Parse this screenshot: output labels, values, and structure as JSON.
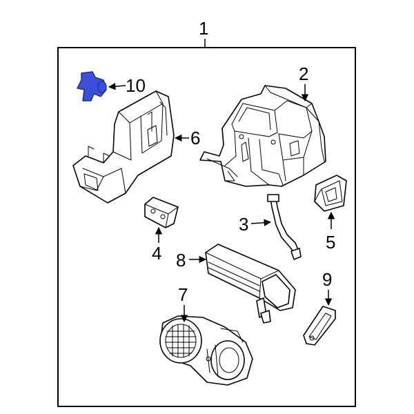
{
  "callouts": {
    "c1": "1",
    "c2": "2",
    "c3": "3",
    "c4": "4",
    "c5": "5",
    "c6": "6",
    "c7": "7",
    "c8": "8",
    "c9": "9",
    "c10": "10"
  },
  "colors": {
    "highlight": "#3b4fd8",
    "highlight_dark": "#1a2a8c",
    "line": "#000000"
  }
}
